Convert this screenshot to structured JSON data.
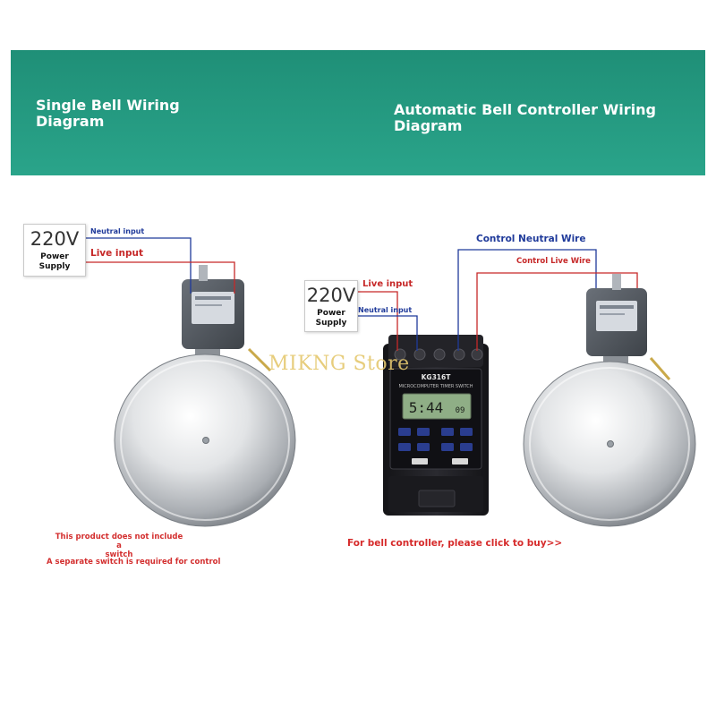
{
  "header": {
    "left_title_line1": "Single Bell Wiring",
    "left_title_line2": "Diagram",
    "right_title_line1": "Automatic Bell Controller Wiring",
    "right_title_line2": "Diagram"
  },
  "left_diagram": {
    "power_voltage": "220V",
    "power_label_line1": "Power",
    "power_label_line2": "Supply",
    "neutral_label": "Neutral input",
    "live_label": "Live input",
    "note_line1": "This product does not include a",
    "note_line2": "switch",
    "note_line3": "A separate switch is required for control"
  },
  "right_diagram": {
    "power_voltage": "220V",
    "power_label_line1": "Power",
    "power_label_line2": "Supply",
    "live_label": "Live input",
    "neutral_label": "Neutral input",
    "control_neutral_label": "Control Neutral Wire",
    "control_live_label": "Control Live Wire",
    "timer_model": "KG316T",
    "timer_subtitle": "MICROCOMPUTER TIMER SWITCH",
    "timer_display": "5:44",
    "timer_seconds": "09",
    "buy_link": "For bell controller, please click to buy>>"
  },
  "watermark": "MIKNG Store",
  "colors": {
    "banner_top": "#1f8f77",
    "banner_bottom": "#2aa48a",
    "neutral_wire": "#1f3a9a",
    "live_wire": "#c62828",
    "note_text": "#d32f2f",
    "timer_body": "#1e1e22",
    "lcd": "#8fae86"
  }
}
